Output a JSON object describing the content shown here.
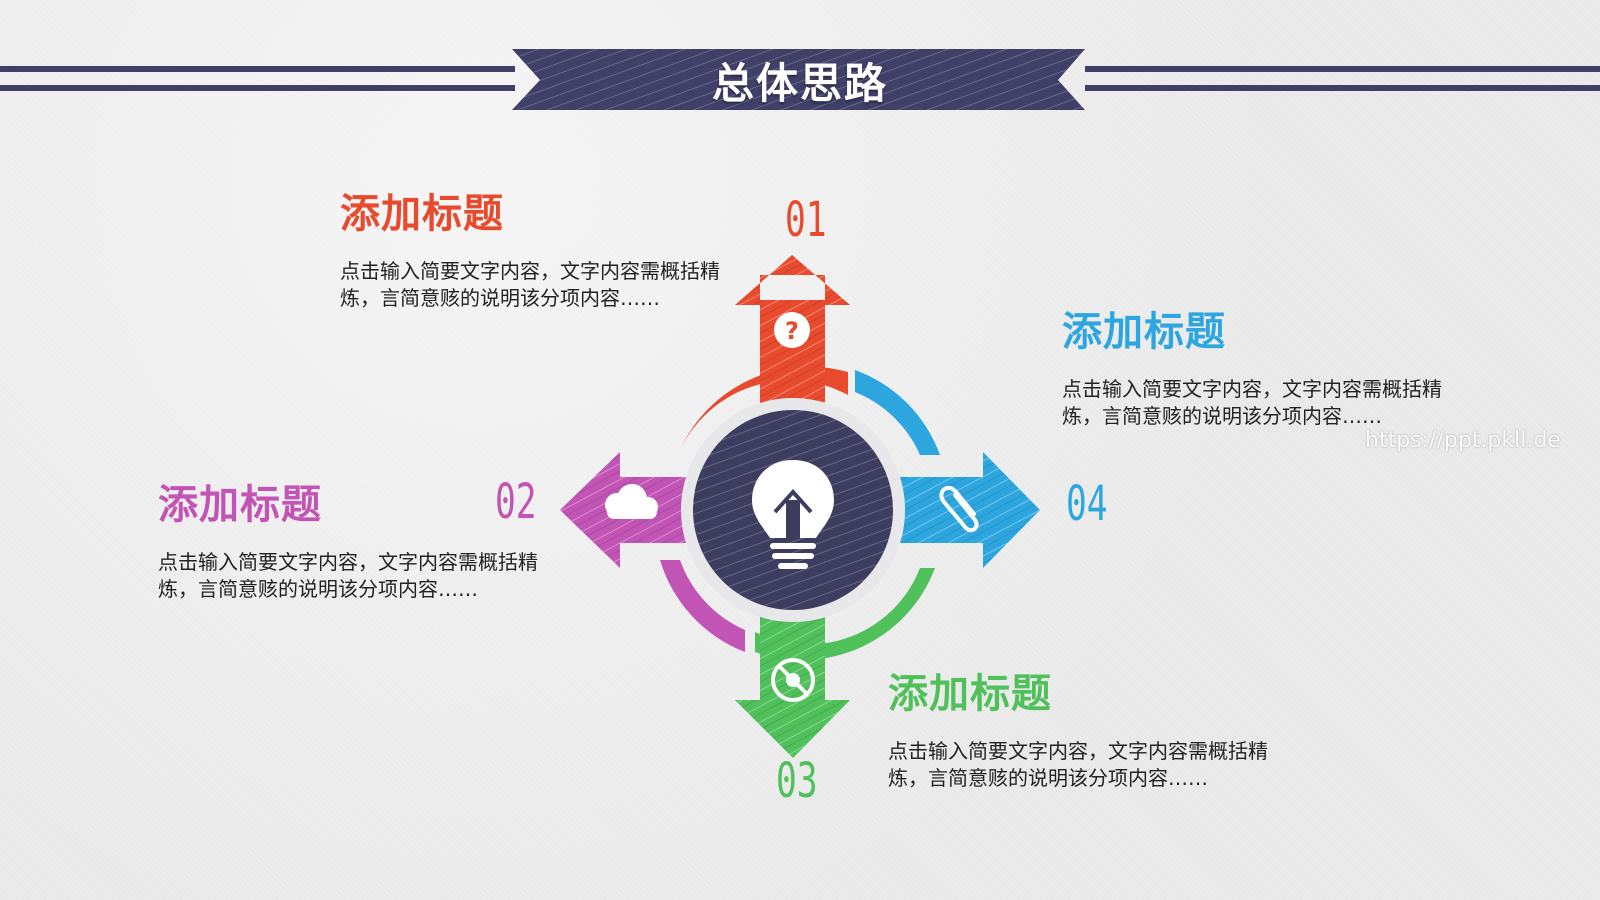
{
  "header": {
    "title": "总体思路"
  },
  "colors": {
    "banner": "#3f3f68",
    "item1": "#e84a2e",
    "item2": "#c154b4",
    "item3": "#4fc05a",
    "item4": "#2da6e0",
    "center": "#3d3d60"
  },
  "center": {
    "icon": "lightbulb-icon"
  },
  "items": [
    {
      "number": "01",
      "title": "添加标题",
      "text": "点击输入简要文字内容，文字内容需概括精炼，言简意赅的说明该分项内容……",
      "icon": "question-icon"
    },
    {
      "number": "02",
      "title": "添加标题",
      "text": "点击输入简要文字内容，文字内容需概括精炼，言简意赅的说明该分项内容……",
      "icon": "cloud-icon"
    },
    {
      "number": "03",
      "title": "添加标题",
      "text": "点击输入简要文字内容，文字内容需概括精炼，言简意赅的说明该分项内容……",
      "icon": "disc-icon"
    },
    {
      "number": "04",
      "title": "添加标题",
      "text": "点击输入简要文字内容，文字内容需概括精炼，言简意赅的说明该分项内容……",
      "icon": "paperclip-icon"
    }
  ],
  "watermark": "https://ppt.pkll.de"
}
